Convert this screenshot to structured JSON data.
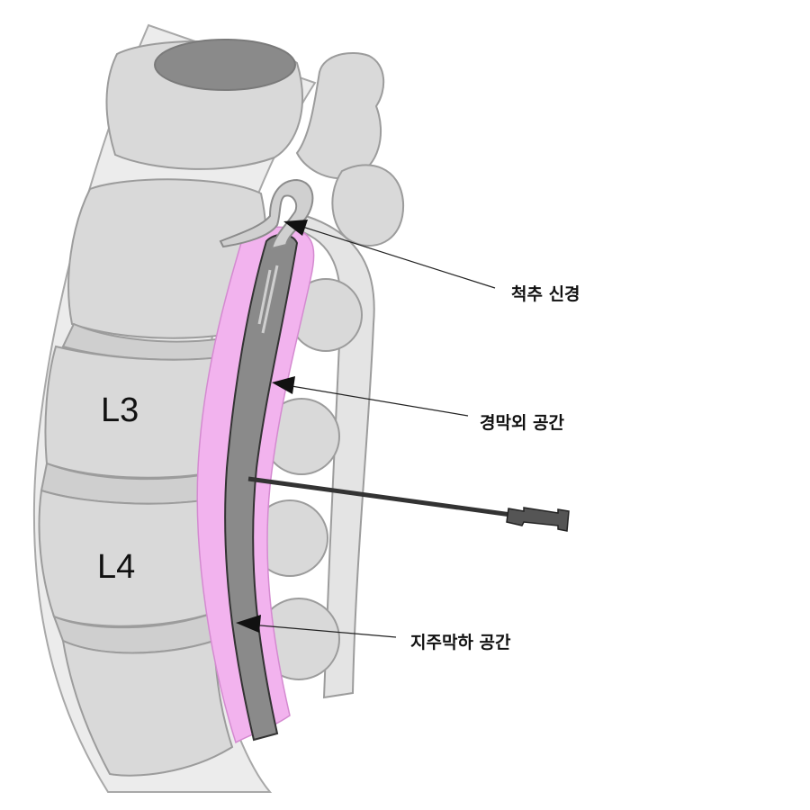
{
  "vertebra_labels": {
    "upper": "L3",
    "lower": "L4"
  },
  "callouts": {
    "spinal_nerve": "척추 신경",
    "epidural_space": "경막외 공간",
    "subarachnoid_space": "지주막하 공간"
  },
  "colors": {
    "bone": "#d9d9d9",
    "bone_outline": "#9c9c9c",
    "epidural_fat": "#f2b3ee",
    "dura": "#8a8a8a",
    "needle": "#333333",
    "text": "#111111"
  }
}
